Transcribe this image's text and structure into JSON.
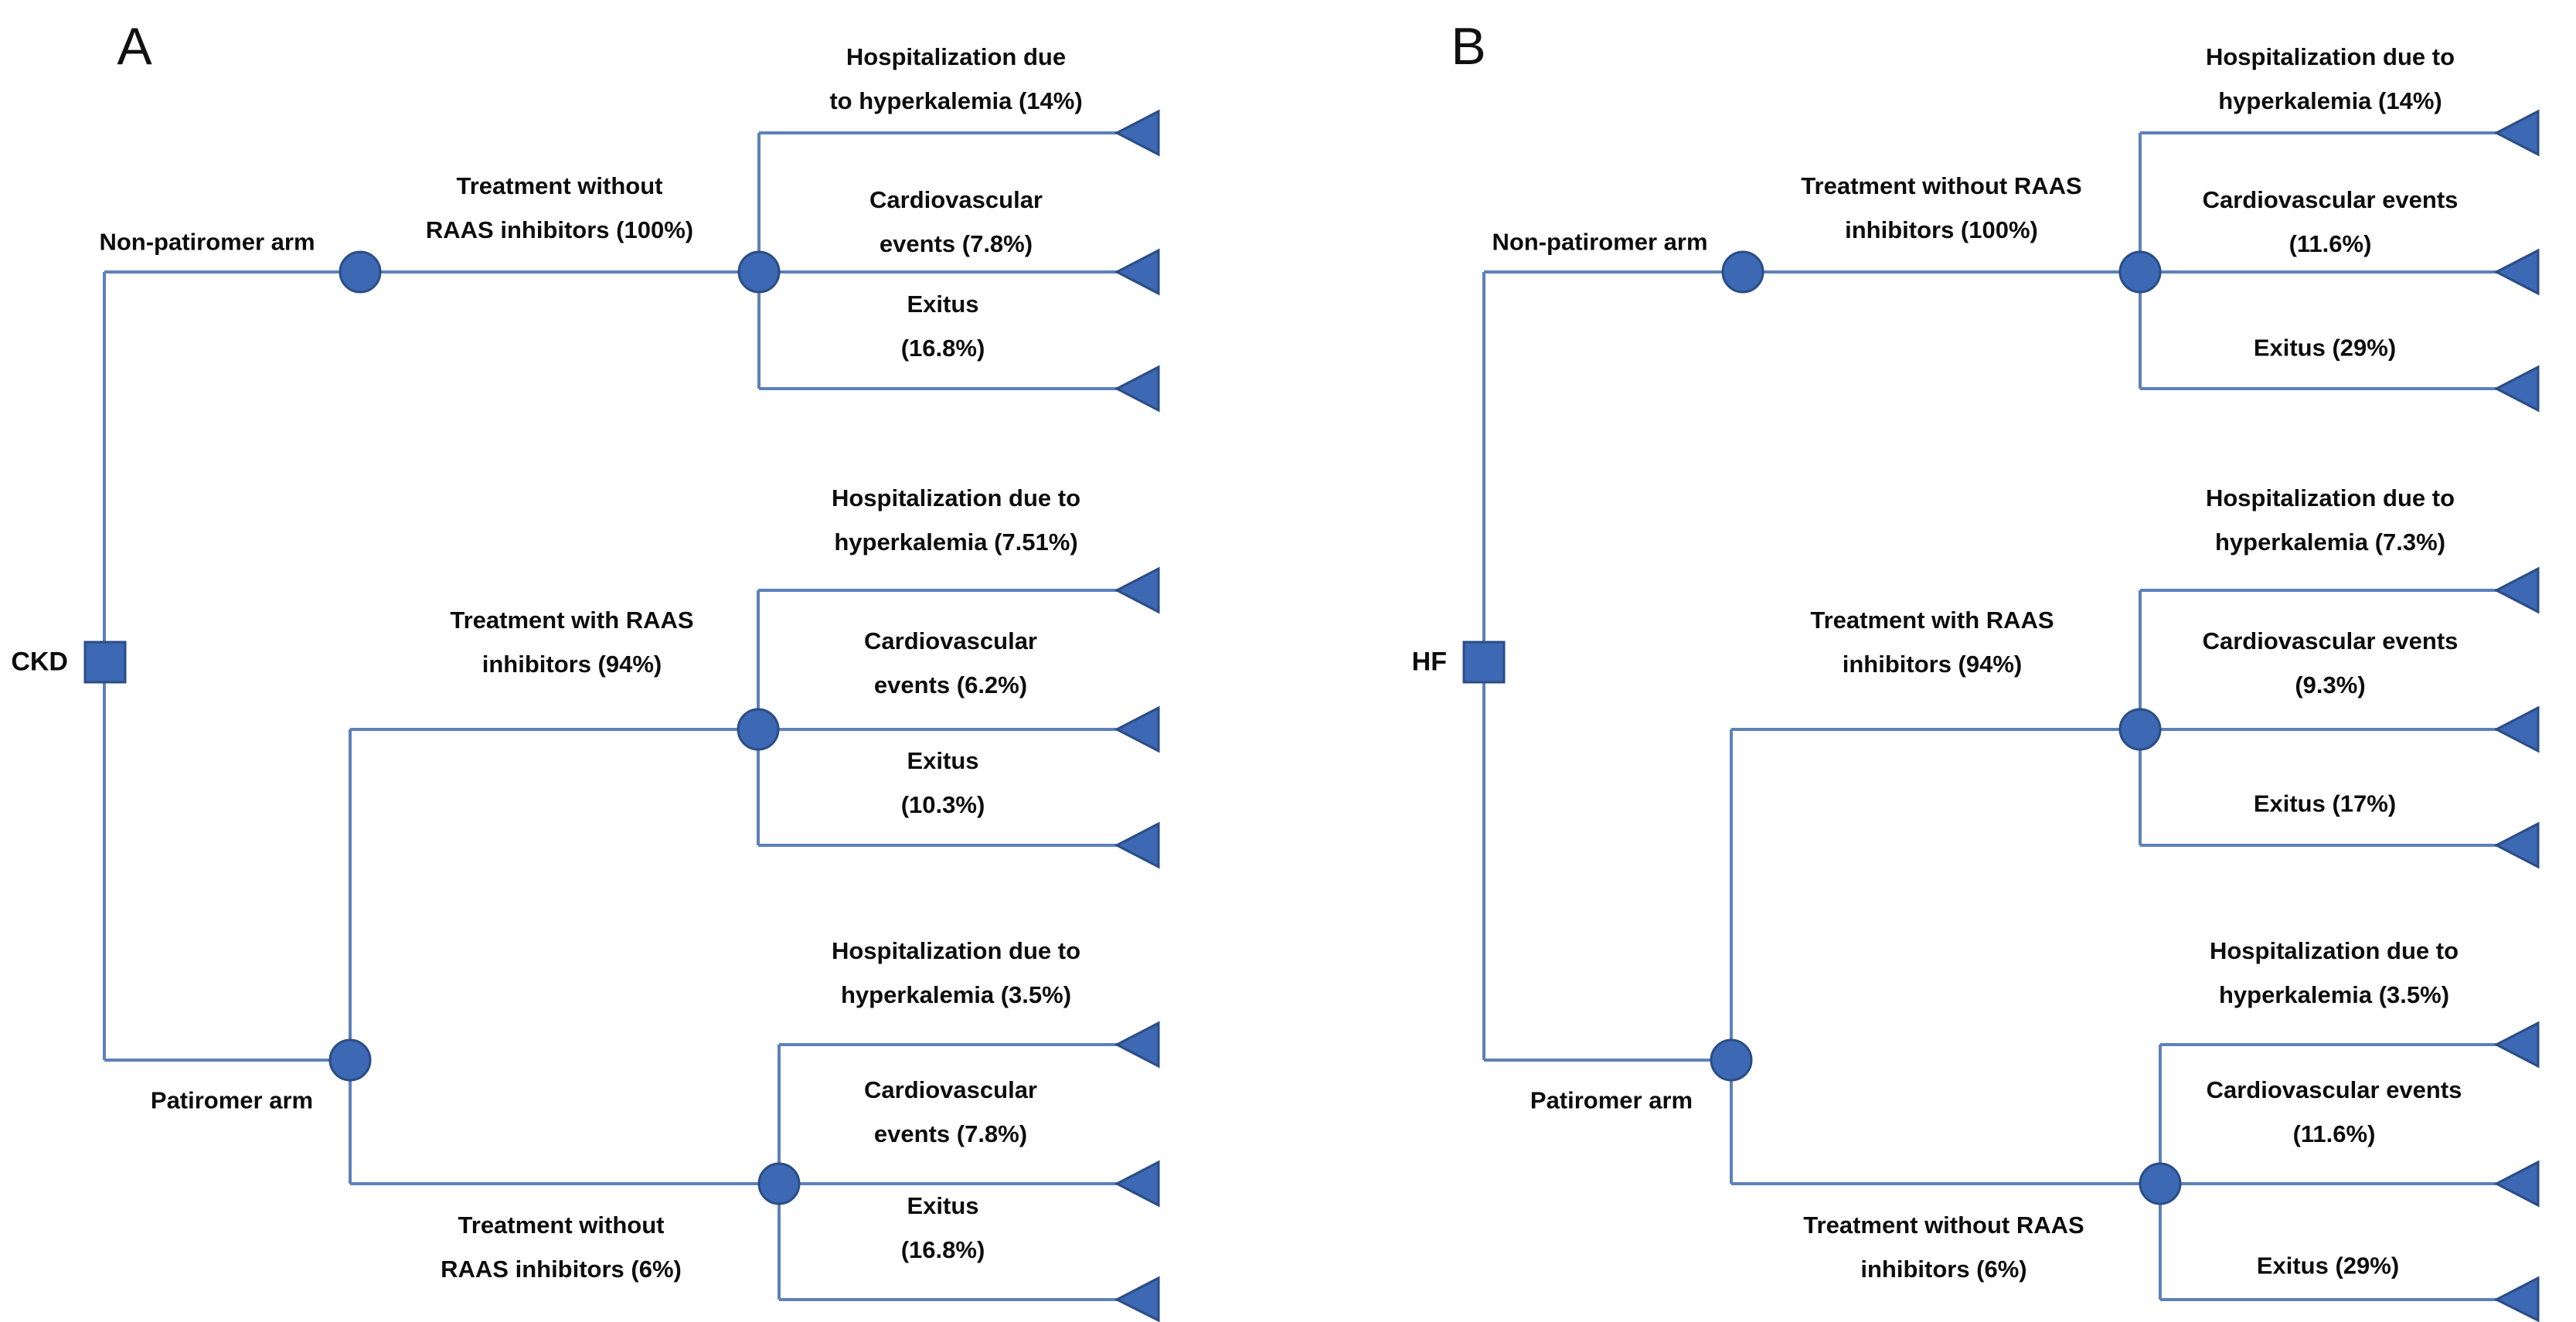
{
  "colors": {
    "node_fill": "#3c68b4",
    "node_stroke": "#2b4d85",
    "line": "#5d81ba",
    "text": "#0d0d0d",
    "background": "#ffffff"
  },
  "panel_a": {
    "label": "A",
    "root": "CKD",
    "arm_top": "Non-patiromer arm",
    "arm_bottom": "Patiromer arm",
    "t100": {
      "l1": "Treatment without",
      "l2": "RAAS inhibitors (100%)"
    },
    "t94": {
      "l1": "Treatment with RAAS",
      "l2": "inhibitors (94%)"
    },
    "t6": {
      "l1": "Treatment without",
      "l2": "RAAS inhibitors (6%)"
    },
    "o100": [
      {
        "l1": "Hospitalization due",
        "l2": "to hyperkalemia (14%)"
      },
      {
        "l1": "Cardiovascular",
        "l2": "events (7.8%)"
      },
      {
        "l1": "Exitus",
        "l2": "(16.8%)"
      }
    ],
    "o94": [
      {
        "l1": "Hospitalization due to",
        "l2": "hyperkalemia (7.51%)"
      },
      {
        "l1": "Cardiovascular",
        "l2": "events (6.2%)"
      },
      {
        "l1": "Exitus",
        "l2": "(10.3%)"
      }
    ],
    "o6": [
      {
        "l1": "Hospitalization due to",
        "l2": "hyperkalemia (3.5%)"
      },
      {
        "l1": "Cardiovascular",
        "l2": "events (7.8%)"
      },
      {
        "l1": "Exitus",
        "l2": "(16.8%)"
      }
    ]
  },
  "panel_b": {
    "label": "B",
    "root": "HF",
    "arm_top": "Non-patiromer arm",
    "arm_bottom": "Patiromer arm",
    "t100": {
      "l1": "Treatment without RAAS",
      "l2": "inhibitors (100%)"
    },
    "t94": {
      "l1": "Treatment with RAAS",
      "l2": "inhibitors (94%)"
    },
    "t6": {
      "l1": "Treatment without RAAS",
      "l2": "inhibitors (6%)"
    },
    "o100": [
      {
        "l1": "Hospitalization due to",
        "l2": "hyperkalemia (14%)"
      },
      {
        "l1": "Cardiovascular events",
        "l2": "(11.6%)"
      },
      {
        "l1": "Exitus (29%)"
      }
    ],
    "o94": [
      {
        "l1": "Hospitalization due to",
        "l2": "hyperkalemia (7.3%)"
      },
      {
        "l1": "Cardiovascular events",
        "l2": "(9.3%)"
      },
      {
        "l1": "Exitus (17%)"
      }
    ],
    "o6": [
      {
        "l1": "Hospitalization due to",
        "l2": "hyperkalemia (3.5%)"
      },
      {
        "l1": "Cardiovascular events",
        "l2": "(11.6%)"
      },
      {
        "l1": "Exitus (29%)"
      }
    ]
  }
}
